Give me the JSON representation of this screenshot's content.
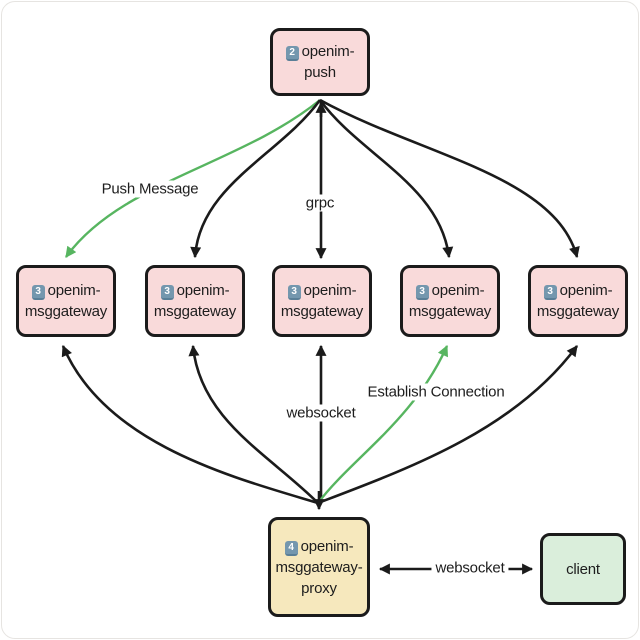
{
  "diagram": {
    "nodes": [
      {
        "id": "openim-push",
        "badge": "2",
        "lines": [
          "openim-push"
        ]
      },
      {
        "id": "openim-msggateway-1",
        "badge": "3",
        "lines": [
          "openim-",
          "msggateway"
        ]
      },
      {
        "id": "openim-msggateway-2",
        "badge": "3",
        "lines": [
          "openim-",
          "msggateway"
        ]
      },
      {
        "id": "openim-msggateway-3",
        "badge": "3",
        "lines": [
          "openim-",
          "msggateway"
        ]
      },
      {
        "id": "openim-msggateway-4",
        "badge": "3",
        "lines": [
          "openim-",
          "msggateway"
        ]
      },
      {
        "id": "openim-msggateway-5",
        "badge": "3",
        "lines": [
          "openim-",
          "msggateway"
        ]
      },
      {
        "id": "openim-msggateway-proxy",
        "badge": "4",
        "lines": [
          "openim-",
          "msggateway-",
          "proxy"
        ]
      },
      {
        "id": "client",
        "badge": "",
        "lines": [
          "client"
        ]
      }
    ],
    "edge_labels": {
      "push_message": "Push Message",
      "grpc": "grpc",
      "websocket_gateway": "websocket",
      "establish_connection": "Establish Connection",
      "websocket_client": "websocket"
    },
    "colors": {
      "node_pink": "#f9dada",
      "node_yellow": "#f6e8bd",
      "node_green": "#daeedb",
      "node_border": "#1b1b1b",
      "arrow_black": "#1b1b1b",
      "arrow_green": "#57b560",
      "badge_blue": "#7497ae"
    }
  }
}
